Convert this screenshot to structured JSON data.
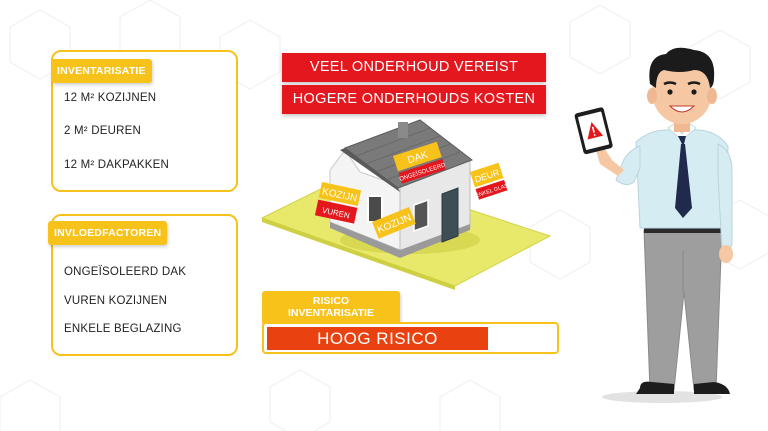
{
  "inventory": {
    "tag": "INVENTARISATIE",
    "lines": [
      "12 M² KOZIJNEN",
      "2 M² DEUREN",
      "12 M² DAKPAKKEN"
    ]
  },
  "factors": {
    "tag": "INVLOEDFACTOREN",
    "lines": [
      "ONGEÏSOLEERD DAK",
      "VUREN KOZIJNEN",
      "ENKELE BEGLAZING"
    ]
  },
  "banners": {
    "top": "VEEL ONDERHOUD VEREIST",
    "bottom": "HOGERE ONDERHOUDS KOSTEN"
  },
  "risk": {
    "tag_line1": "RISICO",
    "tag_line2": "INVENTARISATIE",
    "level": "HOOG RISICO",
    "level_fraction": 0.77
  },
  "house_labels": {
    "kozijn_left": "KOZIJN",
    "vuren": "VUREN",
    "kozijn_front": "KOZIJN",
    "dak": "DAK",
    "ongeisoleerd": "ONGEÏSOLEERD",
    "deur": "DEUR",
    "enkel_glas": "ENKEL GLAS"
  },
  "colors": {
    "accent_yellow": "#f7c21a",
    "banner_red": "#e3171d",
    "risk_orange": "#e94210"
  },
  "icons": {
    "tablet_warning": "warning-triangle-icon"
  }
}
